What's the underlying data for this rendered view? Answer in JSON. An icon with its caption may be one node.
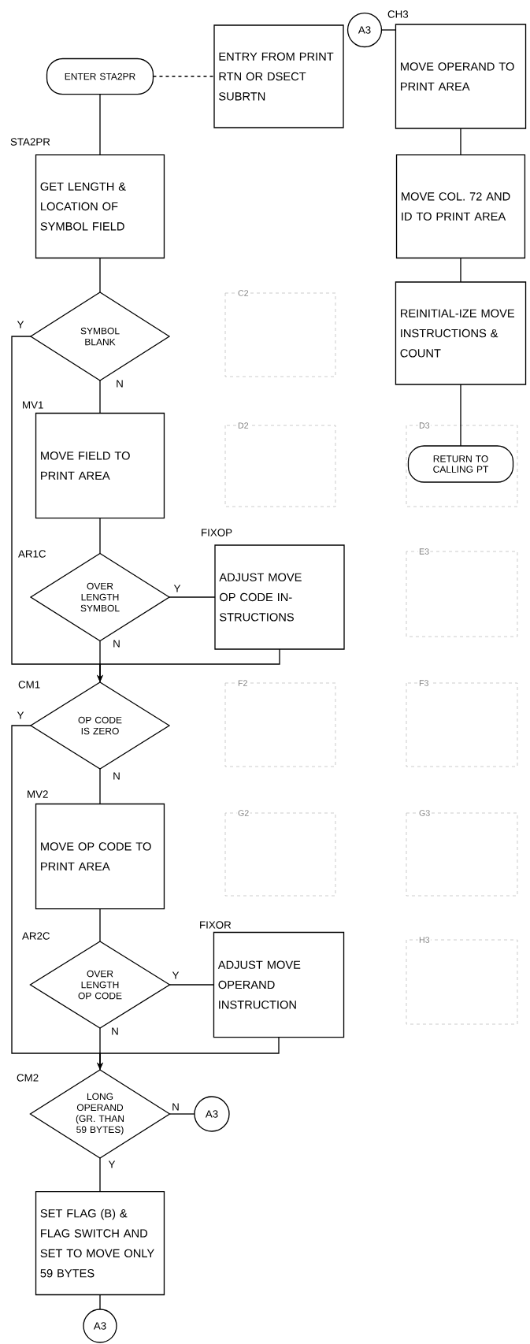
{
  "diagram": {
    "nodes": [
      {
        "text": [
          "ENTER STA2PR"
        ]
      },
      {
        "text": [
          "ENTRY FROM PRINT RTN OR DSECT SUBRTN"
        ]
      },
      {
        "text": [
          "A3"
        ]
      },
      {
        "text": [
          "MOVE OPERAND TO PRINT AREA"
        ],
        "beside": [
          "CH3"
        ]
      },
      {
        "text": [
          "GET LENGTH & LOCATION OF SYMBOL FIELD"
        ],
        "beside": [
          "STA2PR"
        ]
      },
      {
        "text": [
          "MOVE COL. 72 AND ID TO PRINT AREA"
        ]
      },
      {
        "text": [
          "SYMBOL BLANK"
        ]
      },
      {
        "text": [
          "REINITIAL-IZE MOVE INSTRUCTIONS & COUNT"
        ]
      },
      {
        "text": [
          "MOVE FIELD TO PRINT AREA"
        ],
        "beside": [
          "MV1"
        ]
      },
      {
        "text": [
          "RETURN TO CALLING PT"
        ]
      },
      {
        "text": [
          "OVER LENGTH SYMBOL"
        ],
        "beside": [
          "AR1C"
        ]
      },
      {
        "text": [
          "ADJUST MOVE OP CODE IN-STRUCTIONS"
        ],
        "beside": [
          "FIXOP"
        ]
      },
      {
        "text": [
          "OP CODE IS ZERO"
        ],
        "beside": [
          "CM1"
        ]
      },
      {
        "text": [
          "MOVE OP CODE TO PRINT AREA"
        ],
        "beside": [
          "MV2"
        ]
      },
      {
        "text": [
          "OVER LENGTH OP CODE"
        ],
        "beside": [
          "AR2C"
        ]
      },
      {
        "text": [
          "ADJUST MOVE OPERAND INSTRUCTION"
        ],
        "beside": [
          "FIXOR"
        ]
      },
      {
        "text": [
          "LONG OPERAND (GR. THAN 59 BYTES)"
        ],
        "beside": [
          "CM2"
        ]
      },
      {
        "text": [
          "A3"
        ]
      },
      {
        "text": [
          "SET FLAG (B) & FLAG SWITCH AND SET TO MOVE ONLY 59 BYTES"
        ]
      },
      {
        "text": [
          "A3"
        ]
      }
    ],
    "edges": [
      {
        "from": 0,
        "to": 1,
        "arrow": "none",
        "style": "dashed"
      },
      {
        "from": 0,
        "to": 4,
        "arrow": "none"
      },
      {
        "from": 2,
        "to": 3,
        "arrow": "none"
      },
      {
        "from": 3,
        "to": 5,
        "arrow": "none"
      },
      {
        "from": 5,
        "to": 7,
        "arrow": "none"
      },
      {
        "from": 7,
        "to": 9,
        "arrow": "none"
      },
      {
        "from": 4,
        "to": 6,
        "arrow": "none"
      },
      {
        "from": 6,
        "to": 8,
        "arrow": "none",
        "label": "N"
      },
      {
        "from": 6,
        "to": 12,
        "arrow": "to",
        "label": "Y"
      },
      {
        "from": 8,
        "to": 10,
        "arrow": "none"
      },
      {
        "from": 10,
        "to": 11,
        "arrow": "none",
        "label": "Y"
      },
      {
        "from": 10,
        "to": 12,
        "arrow": "none",
        "label": "N"
      },
      {
        "from": 11,
        "to": 12,
        "arrow": "to"
      },
      {
        "from": 12,
        "to": 16,
        "arrow": "to",
        "label": "Y"
      },
      {
        "from": 12,
        "to": 13,
        "arrow": "none",
        "label": "N"
      },
      {
        "from": 13,
        "to": 14,
        "arrow": "none"
      },
      {
        "from": 14,
        "to": 15,
        "arrow": "none",
        "label": "Y"
      },
      {
        "from": 14,
        "to": 16,
        "arrow": "none",
        "label": "N"
      },
      {
        "from": 15,
        "to": 16,
        "arrow": "to"
      },
      {
        "from": 16,
        "to": 17,
        "arrow": "none",
        "label": "N"
      },
      {
        "from": 16,
        "to": 18,
        "arrow": "none",
        "label": "Y"
      },
      {
        "from": 18,
        "to": 19,
        "arrow": "none"
      }
    ],
    "labels": [
      "C2",
      "D2",
      "D3",
      "E3",
      "F2",
      "F3",
      "G2",
      "G3",
      "H3"
    ]
  }
}
